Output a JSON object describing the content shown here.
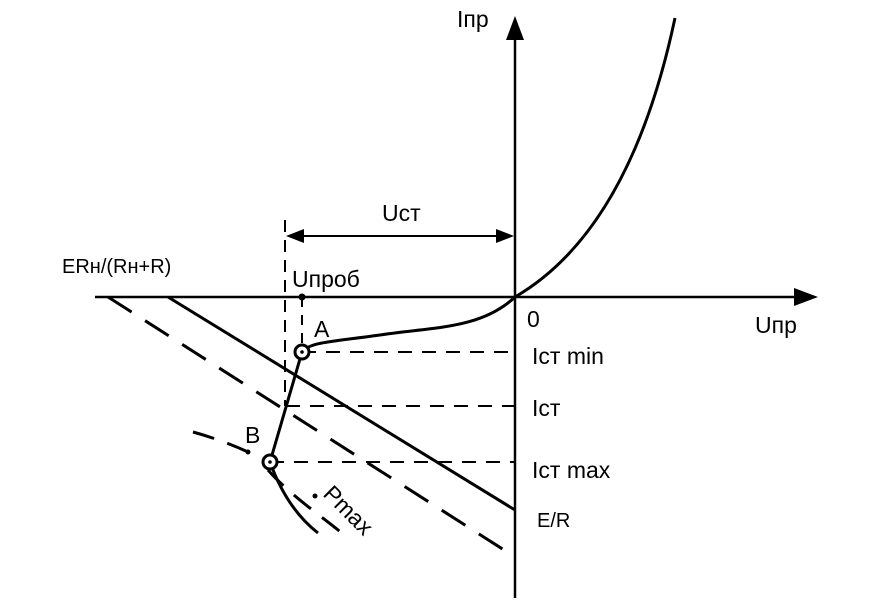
{
  "diagram": {
    "axis_labels": {
      "current": "Iпр",
      "voltage": "Uпр",
      "origin": "0"
    },
    "labels": {
      "u_st": "Uст",
      "u_breakdown": "Uпроб",
      "load_voltage": "ERн/(Rн+R)",
      "e_over_r": "E/R",
      "point_a": "A",
      "point_b": "B",
      "i_st_min": "Iст min",
      "i_st": "Iст",
      "i_st_max": "Iст max",
      "p_max": "Pmax"
    }
  }
}
